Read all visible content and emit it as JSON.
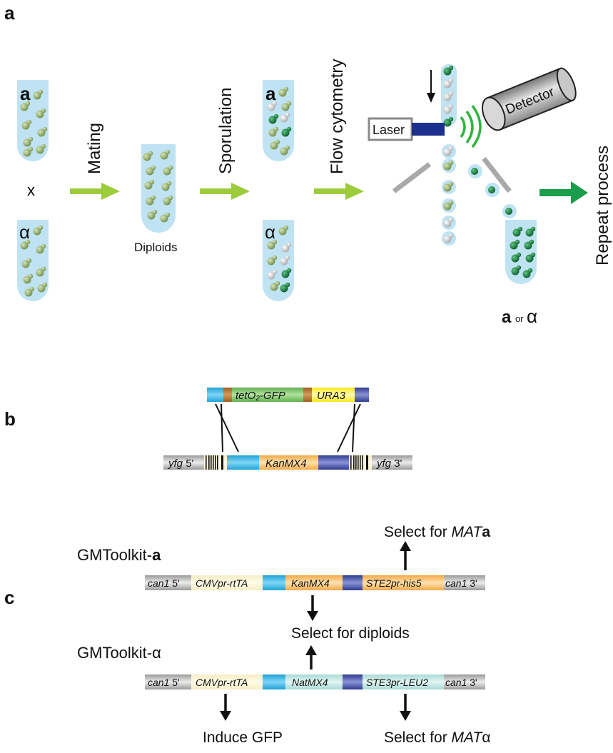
{
  "panels": {
    "a": "a",
    "b": "b",
    "c": "c"
  },
  "panel_a": {
    "tube_mat_a": "a",
    "cross": "x",
    "tube_mat_alpha": "α",
    "step1": "Mating",
    "diploids": "Diploids",
    "step2": "Sporulation",
    "spore_a": "a",
    "spore_alpha": "α",
    "step3": "Flow cytometry",
    "laser": "Laser",
    "detector": "Detector",
    "sorted_a": "a",
    "sorted_or": "or",
    "sorted_alpha": "α",
    "repeat": "Repeat process",
    "colors": {
      "tube": "#bfe3f3",
      "spore": "#8fa96a",
      "gfp": "#147a3c",
      "wt": "#cfcfcf",
      "arrow_light": "#9ccc3c",
      "arrow_dark": "#1a9e4a",
      "laser": "#1c2f8c"
    }
  },
  "panel_b": {
    "cassette_gene": "tetO",
    "cassette_sub": "2",
    "cassette_suffix": "-GFP",
    "cassette_marker": "URA3",
    "locus_left": "yfg",
    "locus_left_end": "5'",
    "locus_marker": "KanMX4",
    "locus_right": "yfg",
    "locus_right_end": "3'"
  },
  "panel_c": {
    "toolkit_a_prefix": "GMToolkit-",
    "toolkit_a_suffix": "a",
    "toolkit_alpha_prefix": "GMToolkit-",
    "toolkit_alpha_suffix": "α",
    "row_a": {
      "left": "can1",
      "left_end": "5'",
      "promoter": "CMVpr-rtTA",
      "marker": "KanMX4",
      "selector": "STE2pr-his5",
      "right": "can1",
      "right_end": "3'"
    },
    "row_alpha": {
      "left": "can1",
      "left_end": "5'",
      "promoter": "CMVpr-rtTA",
      "marker": "NatMX4",
      "selector": "STE3pr-LEU2",
      "right": "can1",
      "right_end": "3'"
    },
    "select_mata_prefix": "Select for ",
    "select_mata_gene": "MAT",
    "select_mata_suffix": "a",
    "select_diploids": "Select for diploids",
    "induce_gfp": "Induce GFP",
    "select_matalpha_prefix": "Select for ",
    "select_matalpha_gene": "MAT",
    "select_matalpha_suffix": "α"
  }
}
